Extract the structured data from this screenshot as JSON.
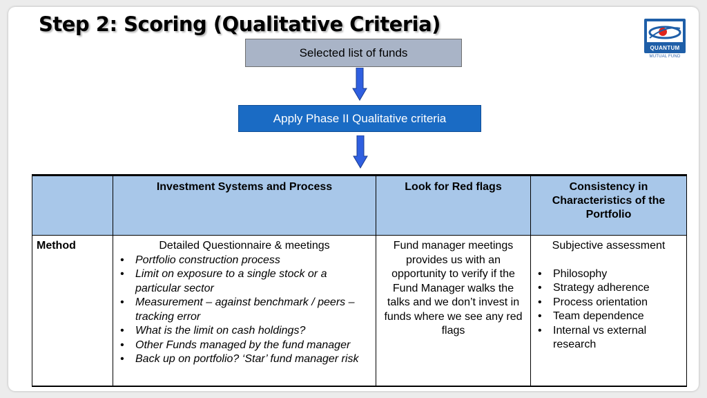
{
  "title": "Step 2: Scoring (Qualitative Criteria)",
  "logo": {
    "name": "QUANTUM",
    "subtitle": "MUTUAL FUND"
  },
  "flow": {
    "box1": "Selected list of funds",
    "box2": "Apply Phase II Qualitative criteria"
  },
  "colors": {
    "header_fill": "#a8c7e9",
    "box1_fill": "#a9b4c7",
    "box2_fill": "#1a6bc4",
    "arrow": "#2f5fe0"
  },
  "table": {
    "headers": [
      "",
      "Investment Systems and Process",
      "Look for Red flags",
      "Consistency in Characteristics of the Portfolio"
    ],
    "row_label": "Method",
    "col1": {
      "intro": "Detailed Questionnaire & meetings",
      "items": [
        "Portfolio construction process",
        "Limit on exposure to a single stock or a particular sector",
        "Measurement – against benchmark / peers – tracking error",
        "What is the limit on cash holdings?",
        "Other Funds managed by the fund manager",
        "Back up on portfolio? ‘Star’ fund manager risk"
      ]
    },
    "col2": "Fund manager meetings provides us with an opportunity to verify if the Fund Manager walks the talks and we don’t invest in funds where we see any red flags",
    "col3": {
      "intro": "Subjective assessment",
      "items": [
        "Philosophy",
        "Strategy adherence",
        "Process orientation",
        "Team dependence",
        "Internal vs external research"
      ]
    }
  }
}
